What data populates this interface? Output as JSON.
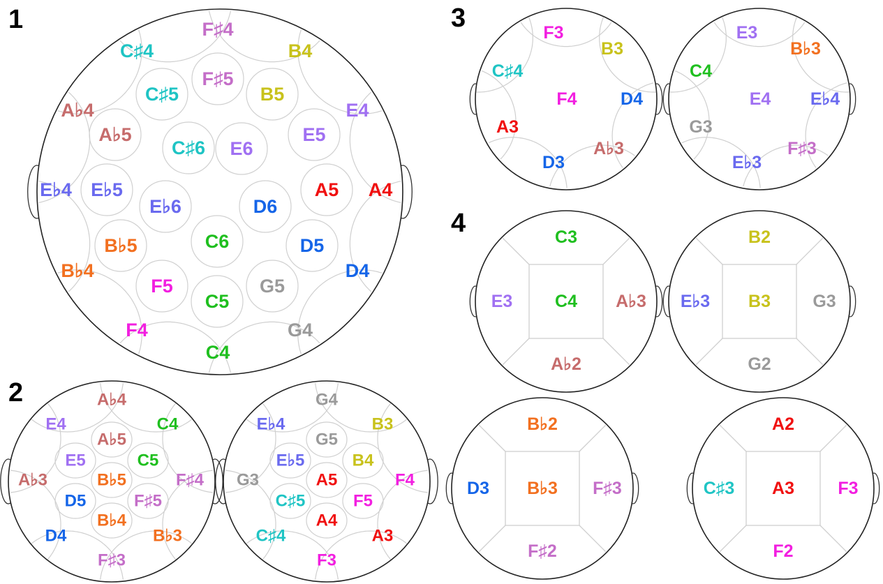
{
  "colors": {
    "C": "#1fbf1f",
    "C♯": "#1fc4c4",
    "D": "#1565e8",
    "E♭": "#6a6aef",
    "E": "#a070f2",
    "F": "#f21fe0",
    "F♯": "#c46ec8",
    "G": "#9a9a9a",
    "A♭": "#c66c6c",
    "A": "#f01010",
    "B♭": "#f27020",
    "B": "#c8c21c"
  },
  "panels": [
    {
      "number": "1",
      "heads": [
        {
          "outer": [
            "F♯4",
            "B4",
            "E4",
            "A4",
            "D4",
            "G4",
            "C4",
            "F4",
            "B♭4",
            "E♭4",
            "A♭4",
            "C♯4"
          ],
          "inner": [
            "F♯5",
            "C♯5",
            "B5",
            "A♭5",
            "E5",
            "C♯6",
            "E6",
            "E♭5",
            "A5",
            "E♭6",
            "D6",
            "B♭5",
            "D5",
            "C6",
            "F5",
            "G5",
            "C5"
          ]
        }
      ]
    },
    {
      "number": "2",
      "heads": [
        {
          "outer": [
            "A♭4",
            "C4",
            "F♯4",
            "B♭3",
            "F♯3",
            "D4",
            "A♭3",
            "E4"
          ],
          "inner": [
            "A♭5",
            "E5",
            "C5",
            "B♭5",
            "D5",
            "F♯5",
            "B♭4"
          ]
        },
        {
          "outer": [
            "G4",
            "B3",
            "F4",
            "A3",
            "F3",
            "C♯4",
            "G3",
            "E♭4"
          ],
          "inner": [
            "G5",
            "E♭5",
            "B4",
            "A5",
            "C♯5",
            "F5",
            "A4"
          ]
        }
      ]
    },
    {
      "number": "3",
      "heads": [
        {
          "outer": [
            "F3",
            "B3",
            "D4",
            "A♭3",
            "D3",
            "A3",
            "C♯4"
          ],
          "inner": [
            "F4"
          ]
        },
        {
          "outer": [
            "E3",
            "B♭3",
            "E♭4",
            "F♯3",
            "E♭3",
            "G3",
            "C4"
          ],
          "inner": [
            "E4"
          ]
        }
      ]
    },
    {
      "number": "4",
      "heads": [
        {
          "outer": [
            "C3",
            "A♭3",
            "A♭2",
            "E3"
          ],
          "inner": [
            "C4"
          ]
        },
        {
          "outer": [
            "B2",
            "G3",
            "G2",
            "E♭3"
          ],
          "inner": [
            "B3"
          ]
        },
        {
          "outer": [
            "B♭2",
            "F♯3",
            "F♯2",
            "D3"
          ],
          "inner": [
            "B♭3"
          ]
        },
        {
          "outer": [
            "A2",
            "F3",
            "F2",
            "C♯3"
          ],
          "inner": [
            "A3"
          ]
        }
      ]
    }
  ]
}
